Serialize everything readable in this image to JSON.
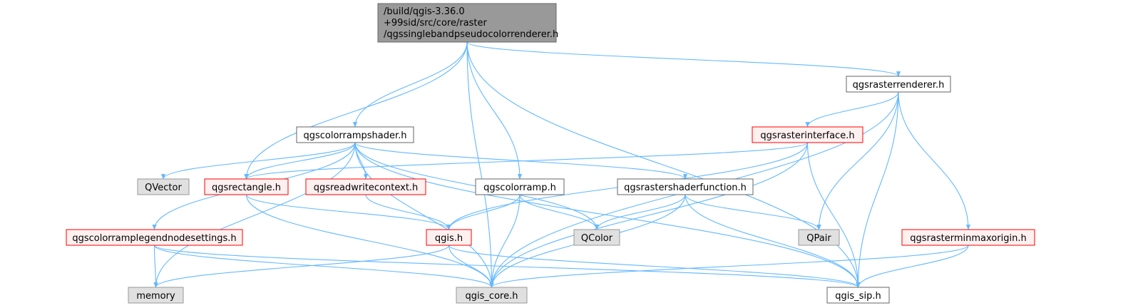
{
  "colors": {
    "edge": "#63b8ff",
    "root_fill": "#999999",
    "root_border": "#666666",
    "plain_fill": "#ffffff",
    "plain_border": "#666666",
    "incomplete_fill": "#fff0f0",
    "incomplete_border": "#ff0000",
    "external_fill": "#e0e0e0",
    "external_border": "#999999",
    "text": "#000000"
  },
  "nodes": [
    {
      "id": "root",
      "kind": "root",
      "lines": [
        "/build/qgis-3.36.0",
        "+99sid/src/core/raster",
        "/qgssinglebandpseudocolorrenderer.h"
      ]
    },
    {
      "id": "qgsrasterrenderer",
      "kind": "plain",
      "lines": [
        "qgsrasterrenderer.h"
      ]
    },
    {
      "id": "qgscolorrampshader",
      "kind": "plain",
      "lines": [
        "qgscolorrampshader.h"
      ]
    },
    {
      "id": "qgsrasterinterface",
      "kind": "incomplete",
      "lines": [
        "qgsrasterinterface.h"
      ]
    },
    {
      "id": "qvector",
      "kind": "external",
      "lines": [
        "QVector"
      ]
    },
    {
      "id": "qgsrectangle",
      "kind": "incomplete",
      "lines": [
        "qgsrectangle.h"
      ]
    },
    {
      "id": "qgsreadwritecontext",
      "kind": "incomplete",
      "lines": [
        "qgsreadwritecontext.h"
      ]
    },
    {
      "id": "qgscolorramp",
      "kind": "plain",
      "lines": [
        "qgscolorramp.h"
      ]
    },
    {
      "id": "qgsrastershaderfunction",
      "kind": "plain",
      "lines": [
        "qgsrastershaderfunction.h"
      ]
    },
    {
      "id": "qgscolorramplegendnodesettings",
      "kind": "incomplete",
      "lines": [
        "qgscolorramplegendnodesettings.h"
      ]
    },
    {
      "id": "qgis",
      "kind": "incomplete",
      "lines": [
        "qgis.h"
      ]
    },
    {
      "id": "qcolor",
      "kind": "external",
      "lines": [
        "QColor"
      ]
    },
    {
      "id": "qpair",
      "kind": "external",
      "lines": [
        "QPair"
      ]
    },
    {
      "id": "qgsrasterminmaxorigin",
      "kind": "incomplete",
      "lines": [
        "qgsrasterminmaxorigin.h"
      ]
    },
    {
      "id": "memory",
      "kind": "external",
      "lines": [
        "memory"
      ]
    },
    {
      "id": "qgis_core",
      "kind": "external",
      "lines": [
        "qgis_core.h"
      ]
    },
    {
      "id": "qgis_sip",
      "kind": "plain",
      "lines": [
        "qgis_sip.h"
      ]
    }
  ],
  "edges": [
    [
      "root",
      "qgis_core"
    ],
    [
      "root",
      "qgsrectangle"
    ],
    [
      "root",
      "qgscolorrampshader"
    ],
    [
      "root",
      "qgscolorramp"
    ],
    [
      "root",
      "qgsrasterrenderer"
    ],
    [
      "root",
      "qgis_sip"
    ],
    [
      "qgsrasterrenderer",
      "qgsrasterinterface"
    ],
    [
      "qgsrasterrenderer",
      "qpair"
    ],
    [
      "qgsrasterrenderer",
      "qgis_core"
    ],
    [
      "qgsrasterrenderer",
      "qgsrasterminmaxorigin"
    ],
    [
      "qgsrasterrenderer",
      "qgis_sip"
    ],
    [
      "qgsrasterinterface",
      "qgsrectangle"
    ],
    [
      "qgsrasterinterface",
      "qgis"
    ],
    [
      "qgsrasterinterface",
      "qgis_core"
    ],
    [
      "qgsrasterinterface",
      "qgis_sip"
    ],
    [
      "qgscolorrampshader",
      "memory"
    ],
    [
      "qgscolorrampshader",
      "qgscolorramplegendnodesettings"
    ],
    [
      "qgscolorrampshader",
      "qgis_core"
    ],
    [
      "qgscolorrampshader",
      "qvector"
    ],
    [
      "qgscolorrampshader",
      "qgsrectangle"
    ],
    [
      "qgscolorrampshader",
      "qgsreadwritecontext"
    ],
    [
      "qgscolorrampshader",
      "qgsrastershaderfunction"
    ],
    [
      "qgscolorrampshader",
      "qcolor"
    ],
    [
      "qgscolorrampshader",
      "qgis_sip"
    ],
    [
      "qgsrectangle",
      "qgis"
    ],
    [
      "qgsrectangle",
      "qgis_core"
    ],
    [
      "qgsreadwritecontext",
      "qgis"
    ],
    [
      "qgscolorramp",
      "qgis"
    ],
    [
      "qgscolorramp",
      "qcolor"
    ],
    [
      "qgscolorramp",
      "qgis_core"
    ],
    [
      "qgsrastershaderfunction",
      "qcolor"
    ],
    [
      "qgsrastershaderfunction",
      "qpair"
    ],
    [
      "qgsrastershaderfunction",
      "qgis_core"
    ],
    [
      "qgsrastershaderfunction",
      "qgis_sip"
    ],
    [
      "qgscolorramplegendnodesettings",
      "memory"
    ],
    [
      "qgscolorramplegendnodesettings",
      "qgis_core"
    ],
    [
      "qgscolorramplegendnodesettings",
      "qgis_sip"
    ],
    [
      "qgis",
      "memory"
    ],
    [
      "qgis",
      "qgis_core"
    ],
    [
      "qgis",
      "qgis_sip"
    ],
    [
      "qgsrasterminmaxorigin",
      "qgis_core"
    ],
    [
      "qgsrasterminmaxorigin",
      "qgis_sip"
    ]
  ]
}
